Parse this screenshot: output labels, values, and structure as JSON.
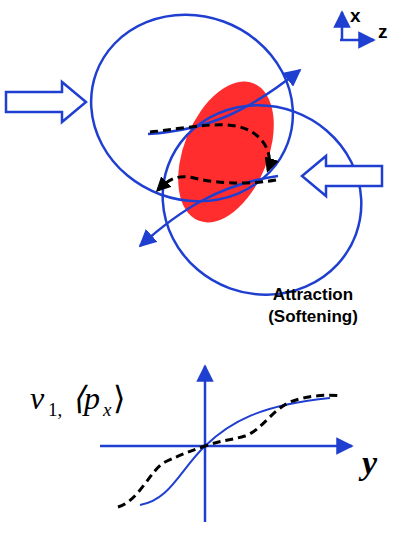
{
  "diagram": {
    "labels": [
      "x",
      "z",
      "Attraction (Softening)",
      "v",
      "1,",
      "⟨p",
      "x",
      "⟩",
      "y"
    ]
  }
}
